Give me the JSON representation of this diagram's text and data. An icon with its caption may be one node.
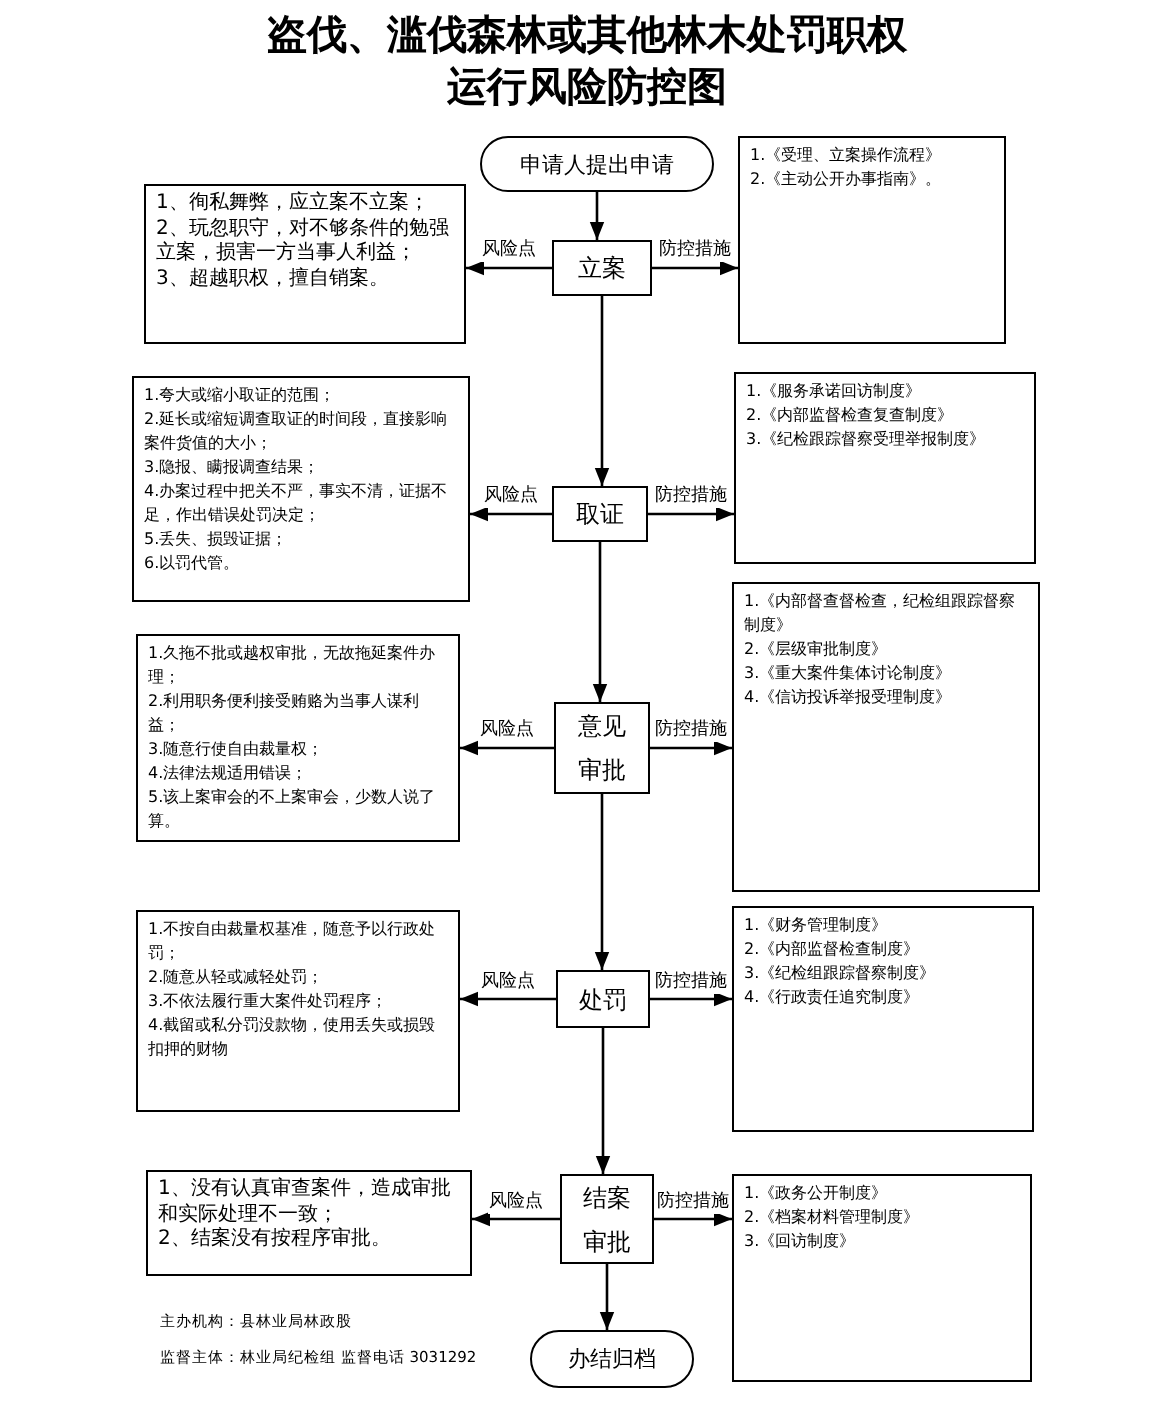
{
  "diagram": {
    "title": "盗伐、滥伐森林或其他林木处罚职权运行风险防控图",
    "nodes": [
      {
        "text": [
          "申请人提出申请"
        ]
      },
      {
        "text": [
          "立案"
        ]
      },
      {
        "text": [
          "1、徇私舞弊，应立案不立案；",
          "2、玩忽职守，对不够条件的勉强立案，损害一方当事人利益；",
          "3、超越职权，擅自销案。"
        ]
      },
      {
        "text": [
          "1.《受理、立案操作流程》",
          "2.《主动公开办事指南》。"
        ]
      },
      {
        "text": [
          "取证"
        ]
      },
      {
        "text": [
          "1.夸大或缩小取证的范围；",
          "2.延长或缩短调查取证的时间段，直接影响案件货值的大小；",
          "3.隐报、瞒报调查结果；",
          "4.办案过程中把关不严，事实不清，证据不足，作出错误处罚决定；",
          "5.丢失、损毁证据；",
          "6.以罚代管。"
        ]
      },
      {
        "text": [
          "1.《服务承诺回访制度》",
          "2.《内部监督检查复查制度》",
          "3.《纪检跟踪督察受理举报制度》"
        ]
      },
      {
        "text": [
          "意见审批"
        ]
      },
      {
        "text": [
          "1.久拖不批或越权审批，无故拖延案件办理；",
          "2.利用职务便利接受贿赂为当事人谋利益；",
          "3.随意行使自由裁量权；",
          "4.法律法规适用错误；",
          "5.该上案审会的不上案审会，少数人说了算。"
        ]
      },
      {
        "text": [
          "1.《内部督查督检查，纪检组跟踪督察制度》",
          "2.《层级审批制度》",
          "3.《重大案件集体讨论制度》",
          "4.《信访投诉举报受理制度》"
        ]
      },
      {
        "text": [
          "处罚"
        ]
      },
      {
        "text": [
          "1.不按自由裁量权基准，随意予以行政处罚；",
          "2.随意从轻或减轻处罚；",
          "3.不依法履行重大案件处罚程序；",
          "4.截留或私分罚没款物，使用丢失或损毁扣押的财物"
        ]
      },
      {
        "text": [
          "1.《财务管理制度》",
          "2.《内部监督检查制度》",
          "3.《纪检组跟踪督察制度》",
          "4.《行政责任追究制度》"
        ]
      },
      {
        "text": [
          "结案审批"
        ]
      },
      {
        "text": [
          "1、没有认真审查案件，造成审批和实际处理不一致；",
          "2、结案没有按程序审批。"
        ]
      },
      {
        "text": [
          "1.《政务公开制度》",
          "2.《档案材料管理制度》",
          "3.《回访制度》"
        ]
      },
      {
        "text": [
          "办结归档"
        ]
      }
    ],
    "edges": [
      {
        "from": 0,
        "to": 1,
        "arrow": "to"
      },
      {
        "from": 1,
        "to": 2,
        "arrow": "to",
        "label": "风险点"
      },
      {
        "from": 1,
        "to": 3,
        "arrow": "to",
        "label": "防控措施"
      },
      {
        "from": 1,
        "to": 4,
        "arrow": "to"
      },
      {
        "from": 4,
        "to": 5,
        "arrow": "to",
        "label": "风险点"
      },
      {
        "from": 4,
        "to": 6,
        "arrow": "to",
        "label": "防控措施"
      },
      {
        "from": 4,
        "to": 7,
        "arrow": "to"
      },
      {
        "from": 7,
        "to": 8,
        "arrow": "to",
        "label": "风险点"
      },
      {
        "from": 7,
        "to": 9,
        "arrow": "to",
        "label": "防控措施"
      },
      {
        "from": 7,
        "to": 10,
        "arrow": "to"
      },
      {
        "from": 10,
        "to": 11,
        "arrow": "to",
        "label": "风险点"
      },
      {
        "from": 10,
        "to": 12,
        "arrow": "to",
        "label": "防控措施"
      },
      {
        "from": 10,
        "to": 13,
        "arrow": "to"
      },
      {
        "from": 13,
        "to": 14,
        "arrow": "to",
        "label": "风险点"
      },
      {
        "from": 13,
        "to": 15,
        "arrow": "to",
        "label": "防控措施"
      },
      {
        "from": 13,
        "to": 16,
        "arrow": "to"
      }
    ],
    "labels": [
      "主办机构：县林业局林政股",
      "监督主体：林业局纪检组 监督电话 3031292"
    ]
  }
}
